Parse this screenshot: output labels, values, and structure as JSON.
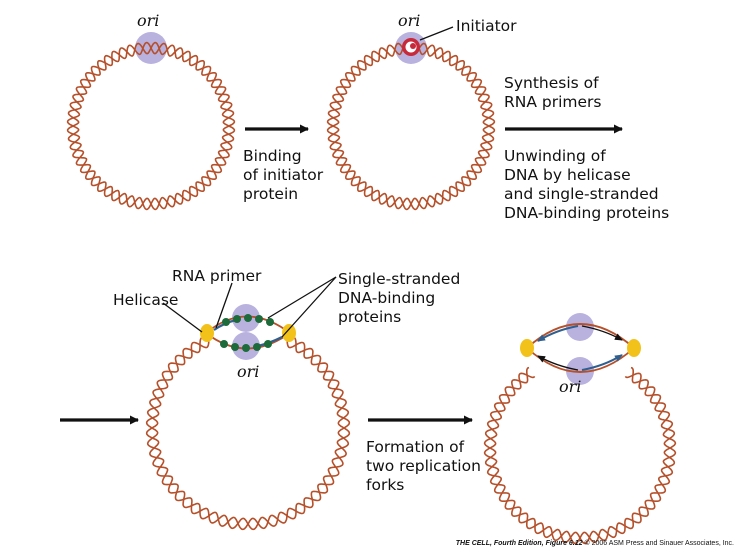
{
  "labels": {
    "ori": "ori",
    "initiator": "Initiator",
    "binding_step": [
      "Binding",
      "of initiator",
      "protein"
    ],
    "synthesis_step": [
      "Synthesis of",
      "RNA primers"
    ],
    "unwinding_step": [
      "Unwinding of",
      "DNA by helicase",
      "and single-stranded",
      "DNA-binding proteins"
    ],
    "rna_primer": "RNA primer",
    "helicase": "Helicase",
    "ssb": [
      "Single-stranded",
      "DNA-binding",
      "proteins"
    ],
    "formation_step": [
      "Formation of",
      "two replication",
      "forks"
    ]
  },
  "credit": {
    "book": "THE CELL, Fourth Edition, Figure 6.12",
    "copyright": "© 2006 ASM Press and Sinauer Associates, Inc."
  },
  "colors": {
    "dna_strand": "#b5502a",
    "ori_region": "#b9b2df",
    "initiator": "#c62a3b",
    "helicase": "#f3c21a",
    "ssb": "#1d6b3a",
    "rna_primer": "#2e5f8f",
    "arrow": "#111111"
  }
}
